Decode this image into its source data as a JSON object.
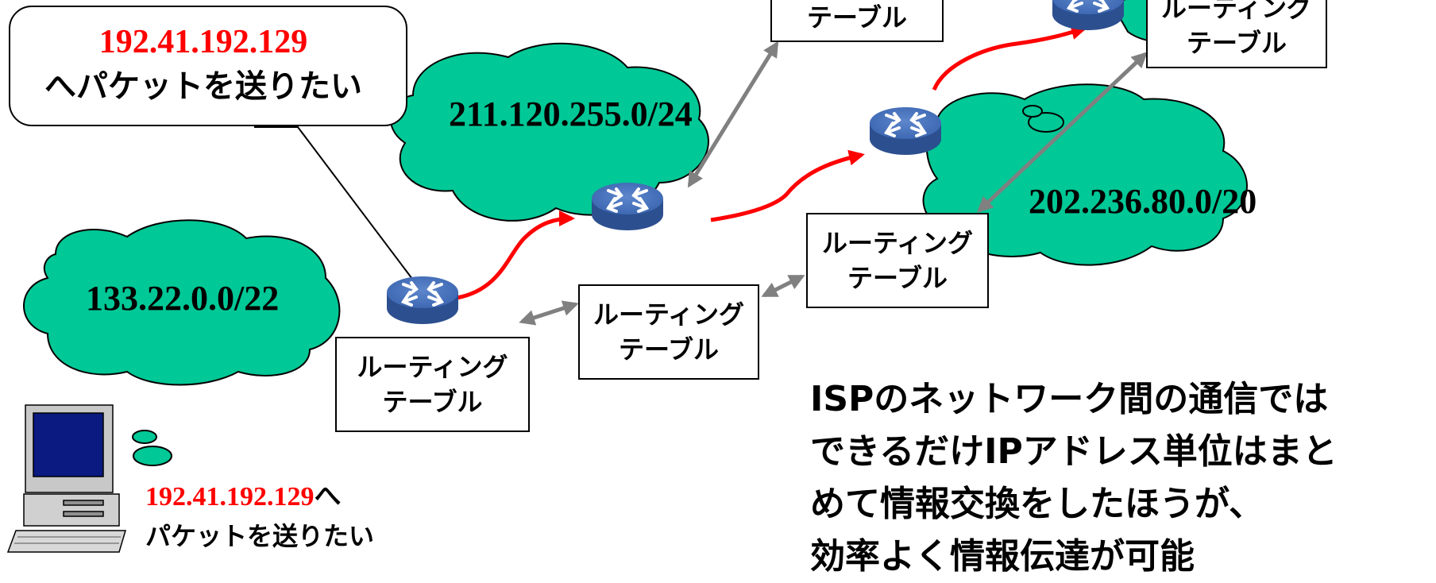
{
  "callout": {
    "ip": "192.41.192.129",
    "message": "へパケットを送りたい"
  },
  "networks": [
    {
      "label": "211.120.255.0/24"
    },
    {
      "label": "133.22.0.0/22"
    },
    {
      "label": "202.236.80.0/20"
    }
  ],
  "routing_tables": [
    {
      "line1": "",
      "line2": "テーブル"
    },
    {
      "line1": "ルーティング",
      "line2": "テーブル"
    },
    {
      "line1": "ルーティング",
      "line2": "テーブル"
    },
    {
      "line1": "ルーティング",
      "line2": "テーブル"
    },
    {
      "line1": "ルーティング",
      "line2": "テーブル"
    }
  ],
  "pc_caption": {
    "ip": "192.41.192.129",
    "suffix": "へ",
    "line2": "パケットを送りたい"
  },
  "note": {
    "line1": "ISPのネットワーク間の通信では",
    "line2": "できるだけIPアドレス単位はまと",
    "line3": "めて情報交換をしたほうが、",
    "line4": "効率よく情報伝達が可能"
  },
  "colors": {
    "cloud": "#00c896",
    "router": "#3b66b0",
    "packet_path": "#ff0000",
    "table_link": "#808080",
    "ip_text": "#ff0000"
  },
  "icons": [
    "router-icon",
    "computer-icon",
    "cloud-shape"
  ]
}
